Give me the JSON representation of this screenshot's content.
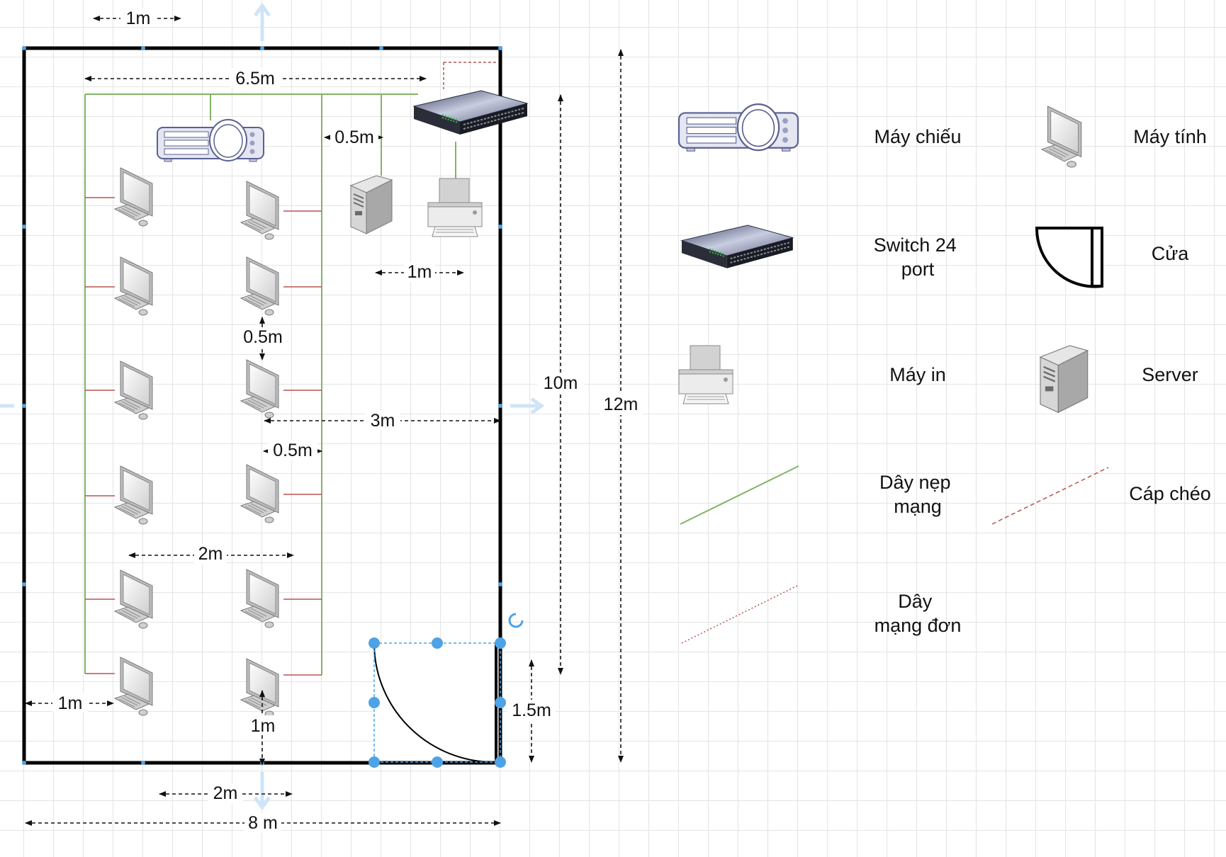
{
  "dimensions": {
    "width_top": "1m",
    "width_total": "8 m",
    "lan_span": "6.5m",
    "to_switch": "0.5m",
    "printer_gap": "1m",
    "row_gap": "0.5m",
    "pc_to_wall": "3m",
    "pc_to_lan": "0.5m",
    "col_gap": "2m",
    "left_margin": "1m",
    "bottom_gap": "1m",
    "bottom_width": "2m",
    "inner_height": "10m",
    "total_height": "12m",
    "door_width": "1.5m"
  },
  "legend": {
    "projector": "Máy chiếu",
    "computer": "Máy tính",
    "switch": "Switch 24 port",
    "door": "Cửa",
    "printer": "Máy in",
    "server": "Server",
    "lan_trunk": "Dây nẹp mạng",
    "crossover": "Cáp chéo",
    "single_cable": "Dây mạng đơn"
  },
  "colors": {
    "trunk": "#82b366",
    "drop": "#b85450",
    "arrow": "#111111",
    "selection": "#4da3e6"
  }
}
